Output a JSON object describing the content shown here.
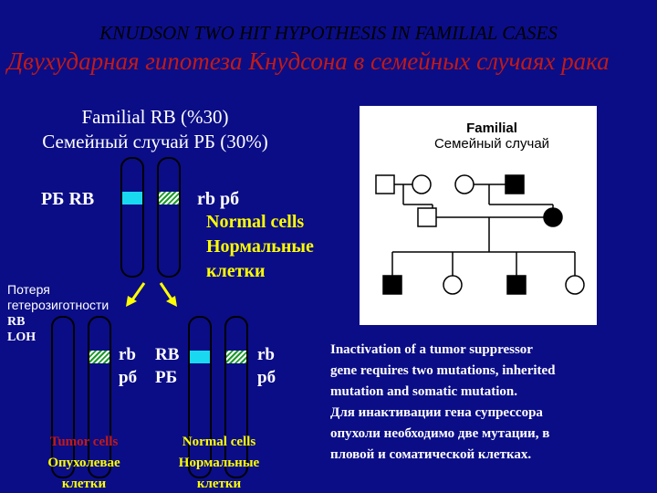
{
  "title": {
    "en": "KNUDSON TWO HIT HYPOTHESIS IN FAMILIAL CASES",
    "ru": "Двухударная гипотеза Кнудсона в семейных случаях рака"
  },
  "left": {
    "familial_en": "Familial RB (%30)",
    "familial_ru": "Семейный случай РБ (30%)",
    "label_rb_left": "РБ RB",
    "label_rb_right": "rb рб",
    "normal_en": "Normal cells",
    "normal_ru1": "Нормальные",
    "normal_ru2": "клетки",
    "loh_ru1": "Потеря",
    "loh_ru2": "гетерозиготности",
    "loh_rb": "RB",
    "loh_en": "LOH"
  },
  "bottom": {
    "tumor_rb1": "rb",
    "tumor_rb2": "рб",
    "normal_rb_big": "RB",
    "normal_rb_big_ru": "РБ",
    "normal_rb_small": "rb",
    "normal_rb_small_ru": "рб",
    "tumor_en": "Tumor cells",
    "tumor_ru1": "Опухолевае",
    "tumor_ru2": "клетки",
    "normal_en": "Normal cells",
    "normal_ru1": "Нормальные",
    "normal_ru2": "клетки"
  },
  "pedigree": {
    "title_en": "Familial",
    "title_ru": "Семейный случай"
  },
  "info": {
    "line1": "Inactivation of a tumor suppressor",
    "line2": "gene requires two mutations, inherited",
    "line3": "mutation and somatic mutation.",
    "line4": "Для инактивации гена супрессора",
    "line5": "опухоли необходимо две мутации, в",
    "line6": "пловой и соматической клетках."
  },
  "colors": {
    "background": "#0b0d86",
    "heading_red": "#c21a16",
    "band_cyan": "#19d9f0",
    "band_green": "#1a9a2a",
    "highlight_yellow": "#ffff00"
  }
}
